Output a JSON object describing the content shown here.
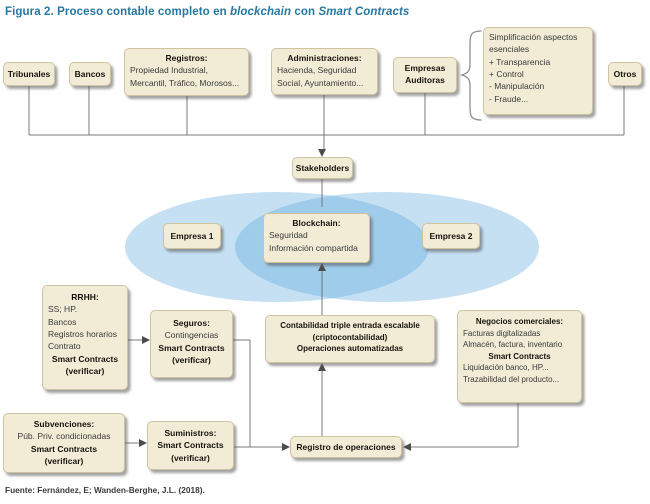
{
  "title": {
    "prefix": "Figura 2. Proceso contable completo en ",
    "italic1": "blockchain",
    "middle": " con ",
    "italic2": "Smart Contracts"
  },
  "footer": "Fuente: Fernández, E; Wanden-Berghe, J.L. (2018).",
  "colors": {
    "title_teal": "#2678A0",
    "box_fill": "#F2ECD6",
    "box_border": "#cfc3a0",
    "ellipse_blue": "#5AA7DC",
    "line_gray": "#787878",
    "arrow_dark": "#4d4d4d"
  },
  "nodes": {
    "tribunales": {
      "label": "Tribunales"
    },
    "bancos": {
      "label": "Bancos"
    },
    "registros": {
      "title": "Registros:",
      "lines": [
        "Propiedad Industrial,",
        "Mercantil, Tráfico, Morosos..."
      ]
    },
    "administraciones": {
      "title": "Administraciones:",
      "lines": [
        "Hacienda, Seguridad",
        "Social, Ayuntamiento..."
      ]
    },
    "empresas_auditoras": {
      "lines": [
        "Empresas",
        "Auditoras"
      ]
    },
    "simplificacion": {
      "lines": [
        "Simplificación aspectos",
        "esenciales",
        "+ Transparencia",
        "+ Control",
        "- Manipulación",
        "- Fraude..."
      ]
    },
    "otros": {
      "label": "Otros"
    },
    "stakeholders": {
      "label": "Stakeholders"
    },
    "empresa1": {
      "label": "Empresa 1"
    },
    "blockchain": {
      "title": "Blockchain:",
      "lines": [
        "Seguridad",
        "Información compartida"
      ]
    },
    "empresa2": {
      "label": "Empresa 2"
    },
    "rrhh": {
      "title": "RRHH:",
      "lines": [
        "SS; HP.",
        "Bancos",
        "Registros horarios",
        "Contrato"
      ],
      "bold": [
        "Smart Contracts",
        "(verificar)"
      ]
    },
    "seguros": {
      "title": "Seguros:",
      "line": "Contingencias",
      "bold": [
        "Smart Contracts",
        "(verificar)"
      ]
    },
    "contabilidad": {
      "lines": [
        "Contabilidad triple entrada escalable",
        "(criptocontabilidad)",
        "Operaciones automatizadas"
      ]
    },
    "negocios": {
      "title": "Negocios comerciales:",
      "lines": [
        "Facturas digitalizadas",
        "Almacén, factura, inventario"
      ],
      "bold_mid": "Smart Contracts",
      "lines2": [
        "Liquidación banco, HP...",
        "Trazabilidad del producto..."
      ]
    },
    "subvenciones": {
      "title": "Subvenciones:",
      "line": "Púb. Priv. condicionadas",
      "bold": [
        "Smart Contracts",
        "(verificar)"
      ]
    },
    "suministros": {
      "title": "Suministros:",
      "bold": [
        "Smart Contracts",
        "(verificar)"
      ]
    },
    "registro": {
      "label": "Registro de operaciones"
    }
  }
}
